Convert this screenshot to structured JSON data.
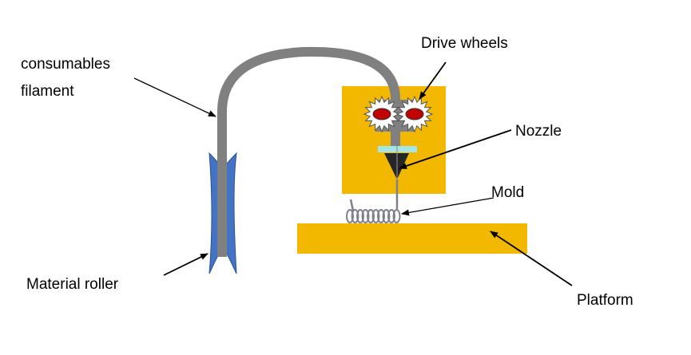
{
  "labels": {
    "filament_line1": "consumables",
    "filament_line2": "filament",
    "drive_wheels": "Drive wheels",
    "nozzle": "Nozzle",
    "mold": "Mold",
    "material_roller": "Material roller",
    "platform": "Platform"
  },
  "colors": {
    "filament": "#808080",
    "roller": "#4472c4",
    "print_head": "#f2b800",
    "platform": "#f2b800",
    "wheel_center": "#c00000",
    "heat_block": "#a6e5e5",
    "nozzle": "#262626"
  }
}
